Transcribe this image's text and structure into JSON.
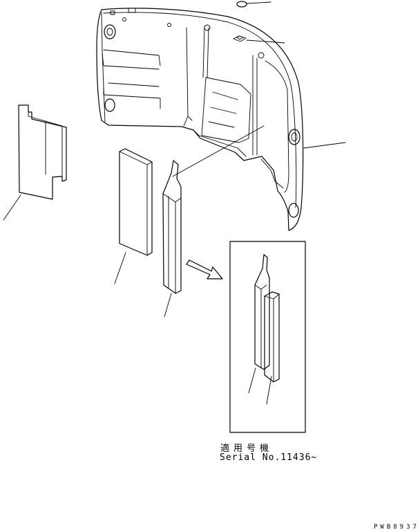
{
  "applicability_note": {
    "label": "適用号機",
    "serial": "Serial No.11436~"
  },
  "drawing_code": "PWB8937",
  "colors": {
    "line": "#000000",
    "background": "#ffffff"
  }
}
